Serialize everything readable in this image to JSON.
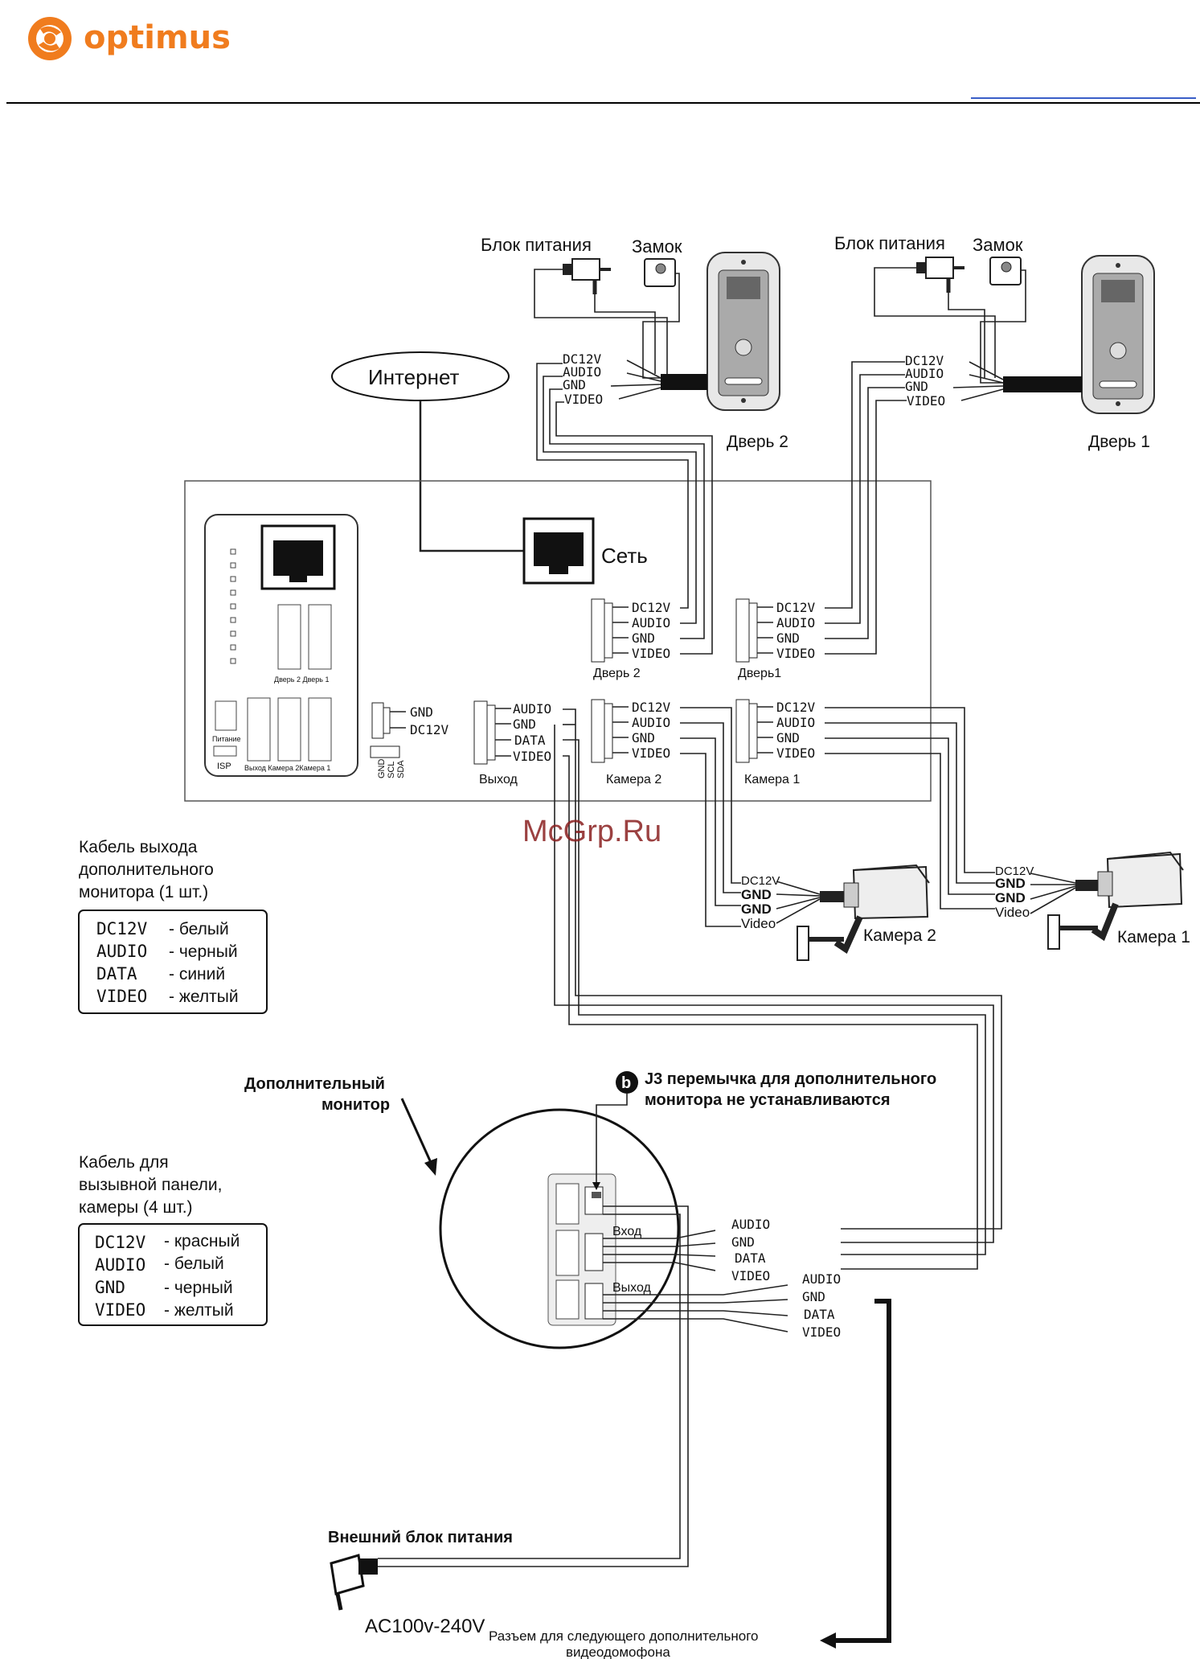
{
  "header": {
    "brand": "optimus",
    "brand_color": "#f07c1e"
  },
  "watermark": "McGrp.Ru",
  "top": {
    "psu_label_1": "Блок питания",
    "lock_label_1": "Замок",
    "psu_label_2": "Блок питания",
    "lock_label_2": "Замок",
    "door2_label": "Дверь 2",
    "door1_label": "Дверь 1",
    "internet_label": "Интернет",
    "network_label": "Сеть"
  },
  "wires4": [
    "DC12V",
    "AUDIO",
    "GND",
    "VIDEO"
  ],
  "out_wires": [
    "AUDIO",
    "GND",
    "DATA",
    "VIDEO"
  ],
  "gnd_dc": [
    "GND",
    "DC12V"
  ],
  "i2c_pins": [
    "GND",
    "SCL",
    "SDA"
  ],
  "terminals": {
    "door2": "Дверь 2",
    "door1": "Дверь1",
    "out": "Выход",
    "cam2": "Камера 2",
    "cam1": "Камера 1"
  },
  "board": {
    "door_labels": "Дверь 2 Дверь 1",
    "power_label": "Питание",
    "isp_label": "ISP",
    "bottom_labels": "Выход Камера 2Камера 1"
  },
  "cameras": {
    "cam_wires": [
      "DC12V",
      "GND",
      "GND",
      "Video"
    ],
    "cam2_label": "Камера  2",
    "cam1_label": "Камера 1"
  },
  "legend1": {
    "title": [
      "Кабель выхода",
      "дополнительного",
      "монитора (1 шт.)"
    ],
    "rows": [
      {
        "code": "DC12V",
        "color": "- белый"
      },
      {
        "code": "AUDIO",
        "color": "- черный"
      },
      {
        "code": "DATA",
        "color": "- синий"
      },
      {
        "code": "VIDEO",
        "color": "- желтый"
      }
    ]
  },
  "legend2": {
    "title": [
      "Кабель для",
      "вызывной панели,",
      "камеры (4 шт.)"
    ],
    "rows": [
      {
        "code": "DC12V",
        "color": "- красный"
      },
      {
        "code": "AUDIO",
        "color": "- белый"
      },
      {
        "code": "GND",
        "color": "- черный"
      },
      {
        "code": "VIDEO",
        "color": "- желтый"
      }
    ]
  },
  "monitor": {
    "callout": [
      "Дополнительный",
      "монитор"
    ],
    "jumper_badge": "b",
    "jumper_note": [
      "J3 перемычка для дополнительного",
      "монитора не устанавливаются"
    ],
    "in_label": "Вход",
    "out_label": "Выход"
  },
  "power": {
    "ext_psu_label": "Внешний блок питания",
    "ac_label": "AC100v-240V"
  },
  "next_connector": [
    "Разъем для следующего дополнительного",
    "видеодомофона"
  ]
}
